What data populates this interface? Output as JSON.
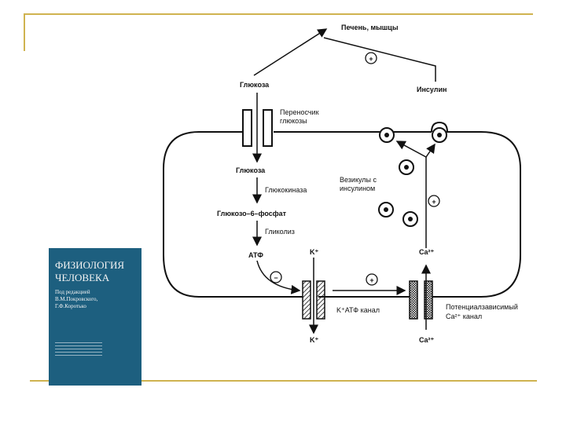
{
  "book": {
    "title": "ФИЗИОЛОГИЯ\nЧЕЛОВЕКА",
    "subtitle": "Под редакцией\nВ.М.Покровского,\nГ.Ф.Коротько"
  },
  "diagram": {
    "liver_muscle": "Печень, мышцы",
    "glucose_out": "Глюкоза",
    "insulin": "Инсулин",
    "transporter": "Переносчик\nглюкозы",
    "glucose_in": "Глюкоза",
    "glucokinase": "Глюкокиназа",
    "g6p": "Глюкозо–6–фосфат",
    "glycolysis": "Гликолиз",
    "atp": "АТФ",
    "k_in": "K⁺",
    "ca_in": "Ca²⁺",
    "vesicles": "Везикулы с\nинсулином",
    "k_atp_channel": "K⁺АТФ канал",
    "k_out": "K⁺",
    "ca_out": "Ca²⁺",
    "ca_channel": "Потенциалзависимый\nCa²⁺ канал",
    "plus": "+",
    "minus": "−"
  }
}
